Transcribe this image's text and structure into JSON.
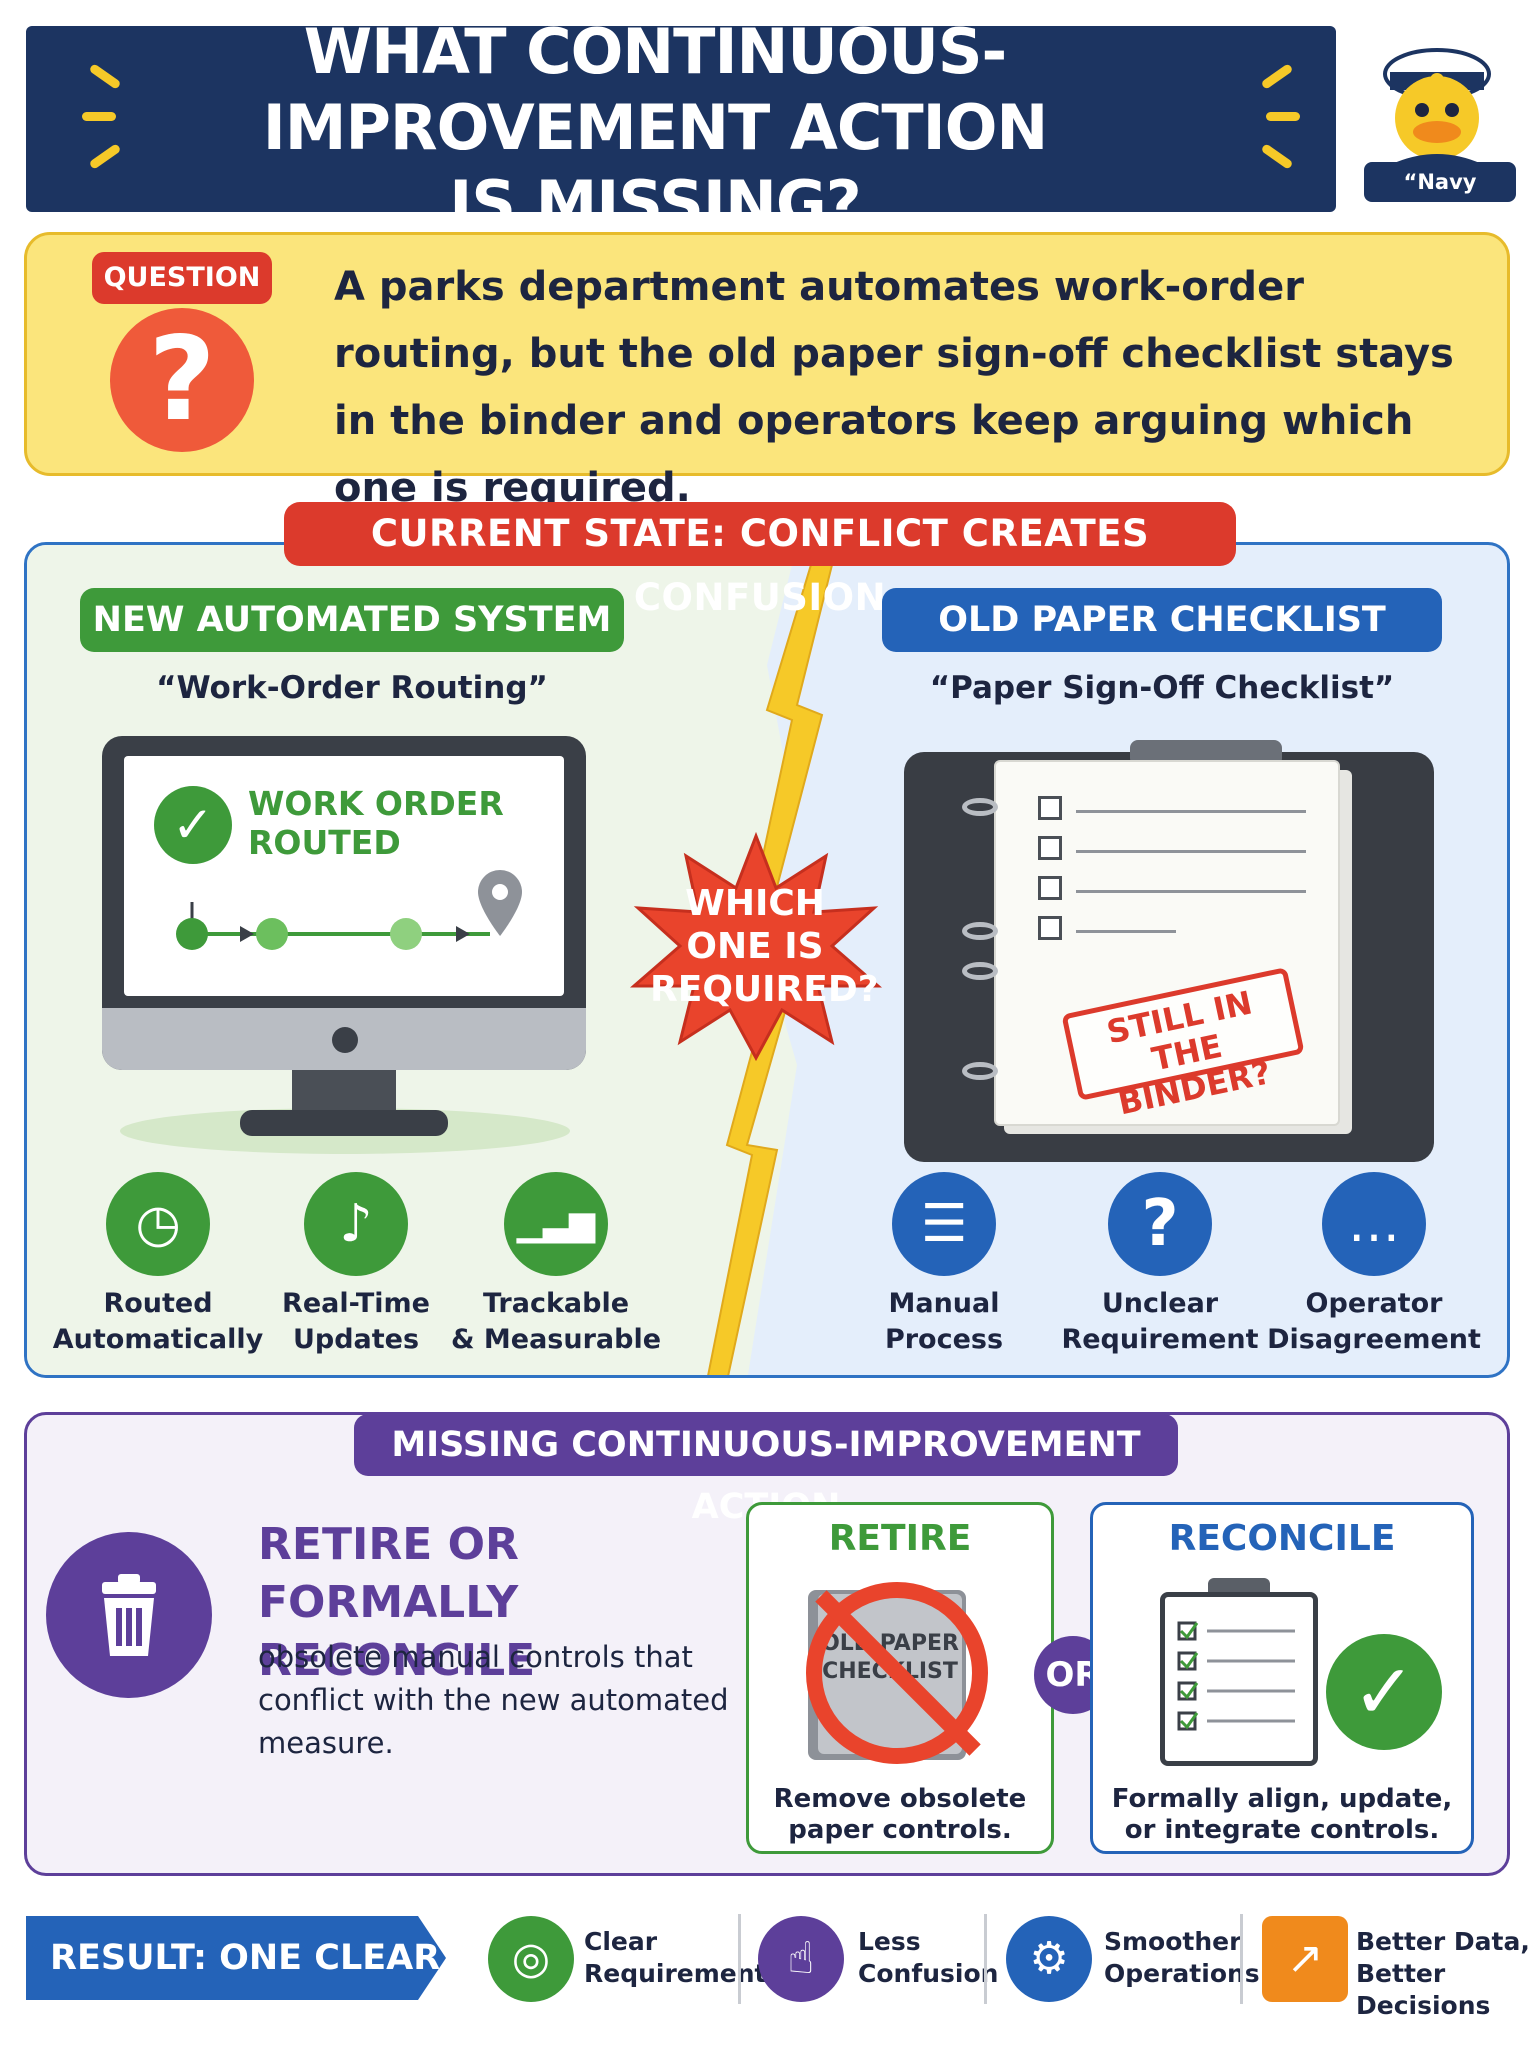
{
  "header": {
    "title_line1": "WHAT CONTINUOUS-IMPROVEMENT ACTION",
    "title_line2": "IS MISSING?",
    "mascot_label": "“Navy Duck”"
  },
  "question": {
    "badge": "QUESTION",
    "icon_glyph": "?",
    "text": "A parks department automates work-order routing, but the old paper sign-off checklist stays in the binder and operators keep arguing which one is required."
  },
  "current_state": {
    "title": "CURRENT STATE: CONFLICT CREATES CONFUSION",
    "new_system": {
      "badge": "NEW AUTOMATED SYSTEM",
      "subtitle": "“Work-Order Routing”",
      "screen_text_line1": "WORK ORDER",
      "screen_text_line2": "ROUTED",
      "features": [
        {
          "line1": "Routed",
          "line2": "Automatically",
          "icon": "clock-icon",
          "glyph": "◷"
        },
        {
          "line1": "Real-Time",
          "line2": "Updates",
          "icon": "bell-icon",
          "glyph": "♪"
        },
        {
          "line1": "Trackable",
          "line2": "& Measurable",
          "icon": "bar-chart-icon",
          "glyph": "▁▃▆"
        }
      ]
    },
    "conflict_text": [
      "WHICH",
      "ONE IS",
      "REQUIRED?"
    ],
    "old_system": {
      "badge": "OLD PAPER CHECKLIST",
      "subtitle": "“Paper Sign-Off Checklist”",
      "stamp_line1": "STILL IN",
      "stamp_line2": "THE BINDER?",
      "features": [
        {
          "line1": "Manual",
          "line2": "Process",
          "icon": "document-icon",
          "glyph": "☰"
        },
        {
          "line1": "Unclear",
          "line2": "Requirement",
          "icon": "question-icon",
          "glyph": "?"
        },
        {
          "line1": "Operator",
          "line2": "Disagreement",
          "icon": "chat-bubbles-icon",
          "glyph": "…"
        }
      ]
    }
  },
  "missing_action": {
    "title": "MISSING CONTINUOUS-IMPROVEMENT ACTION",
    "heading_line1": "RETIRE OR FORMALLY",
    "heading_line2": "RECONCILE",
    "description": "obsolete manual controls that conflict with the new automated measure.",
    "retire": {
      "title": "RETIRE",
      "book_text_line1": "OLD PAPER",
      "book_text_line2": "CHECKLIST",
      "description_line1": "Remove obsolete",
      "description_line2": "paper controls."
    },
    "or_label": "OR",
    "reconcile": {
      "title": "RECONCILE",
      "description_line1": "Formally align, update,",
      "description_line2": "or integrate controls."
    }
  },
  "result": {
    "badge": "RESULT: ONE CLEAR WAY",
    "items": [
      {
        "line1": "Clear",
        "line2": "Requirements",
        "icon": "target-icon",
        "color": "#3e9a3a",
        "glyph": "◎"
      },
      {
        "line1": "Less",
        "line2": "Confusion",
        "icon": "thumbs-up-icon",
        "color": "#5d3f9a",
        "glyph": "☝"
      },
      {
        "line1": "Smoother",
        "line2": "Operations",
        "icon": "gear-icon",
        "color": "#2463b8",
        "glyph": "⚙"
      },
      {
        "line1": "Better Data,",
        "line2": "Better Decisions",
        "icon": "growth-chart-icon",
        "color": "#f08a1c",
        "glyph": "↗"
      }
    ]
  },
  "colors": {
    "navy": "#1c3461",
    "red": "#dc3a2c",
    "green": "#3e9a3a",
    "blue": "#2463b8",
    "purple": "#5d3f9a",
    "yellow": "#fbe57c"
  }
}
